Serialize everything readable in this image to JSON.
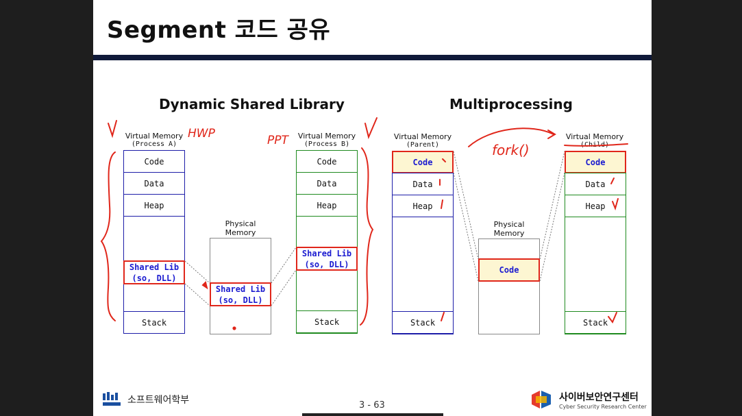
{
  "slide": {
    "title": "Segment 코드 공유",
    "page": "3 - 63"
  },
  "left": {
    "heading": "Dynamic Shared Library",
    "procA": {
      "label": "Virtual Memory",
      "sub": "(Process A)"
    },
    "procB": {
      "label": "Virtual Memory",
      "sub": "(Process B)"
    },
    "physical": {
      "label1": "Physical",
      "label2": "Memory"
    },
    "segments": {
      "code": "Code",
      "data": "Data",
      "heap": "Heap",
      "stack": "Stack",
      "lib1": "Shared Lib",
      "lib2": "(so, DLL)"
    }
  },
  "right": {
    "heading": "Multiprocessing",
    "parent": {
      "label": "Virtual Memory",
      "sub": "(Parent)"
    },
    "child": {
      "label": "Virtual Memory",
      "sub": "(Child)"
    },
    "physical": {
      "label1": "Physical",
      "label2": "Memory"
    },
    "segments": {
      "code": "Code",
      "data": "Data",
      "heap": "Heap",
      "stack": "Stack"
    }
  },
  "annotations": {
    "hwp": "HWP",
    "ppt": "PPT",
    "fork": "fork()"
  },
  "footer": {
    "dept": "소프트웨어학부",
    "center_kr": "사이버보안연구센터",
    "center_en": "Cyber Security Research Center"
  },
  "colors": {
    "title_bar": "#101a3a",
    "process_a": "#1c1ca8",
    "process_b": "#1e8a1e",
    "highlight": "#e0261a",
    "ink": "#e0261a"
  }
}
